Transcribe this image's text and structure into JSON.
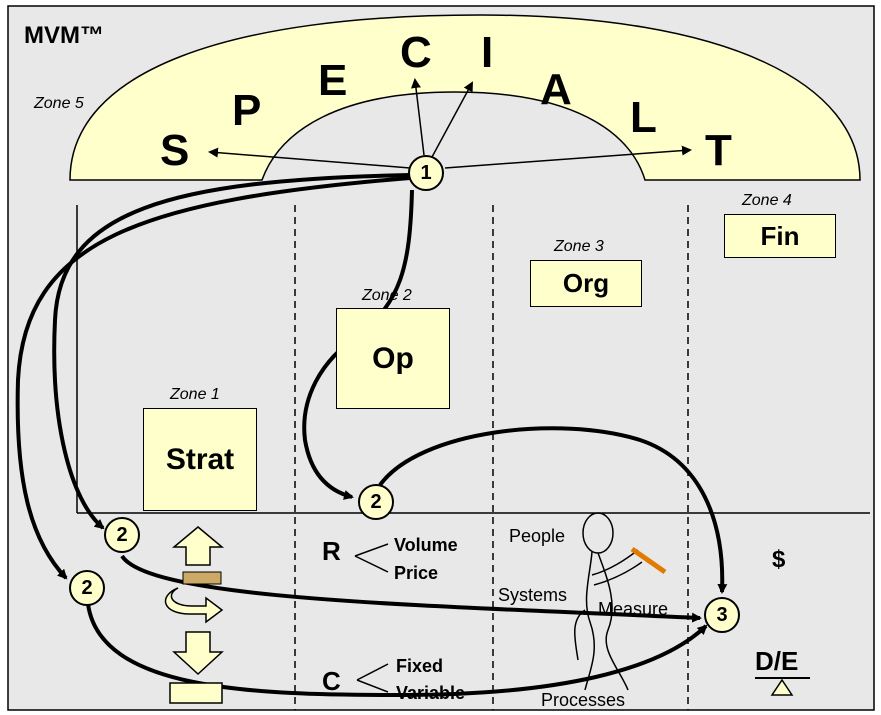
{
  "title": "MVM™",
  "arch_letters": [
    "S",
    "P",
    "E",
    "C",
    "I",
    "A",
    "L",
    "T"
  ],
  "zones": {
    "zone1": {
      "label": "Zone 1",
      "box": "Strat"
    },
    "zone2": {
      "label": "Zone 2",
      "box": "Op"
    },
    "zone3": {
      "label": "Zone 3",
      "box": "Org"
    },
    "zone4": {
      "label": "Zone 4",
      "box": "Fin"
    },
    "zone5": {
      "label": "Zone 5"
    }
  },
  "nodes": {
    "n1": "1",
    "n2": "2",
    "n3": "3"
  },
  "revenue": {
    "letter": "R",
    "items": [
      "Volume",
      "Price"
    ]
  },
  "cost": {
    "letter": "C",
    "items": [
      "Fixed",
      "Variable"
    ]
  },
  "figure_labels": {
    "people": "People",
    "systems": "Systems",
    "measure": "Measure",
    "processes": "Processes"
  },
  "money": "$",
  "debt_equity": "D/E",
  "colors": {
    "fill": "#ffffcc",
    "background": "#e8e8e8",
    "orange": "#e07b00",
    "line": "#000000"
  }
}
